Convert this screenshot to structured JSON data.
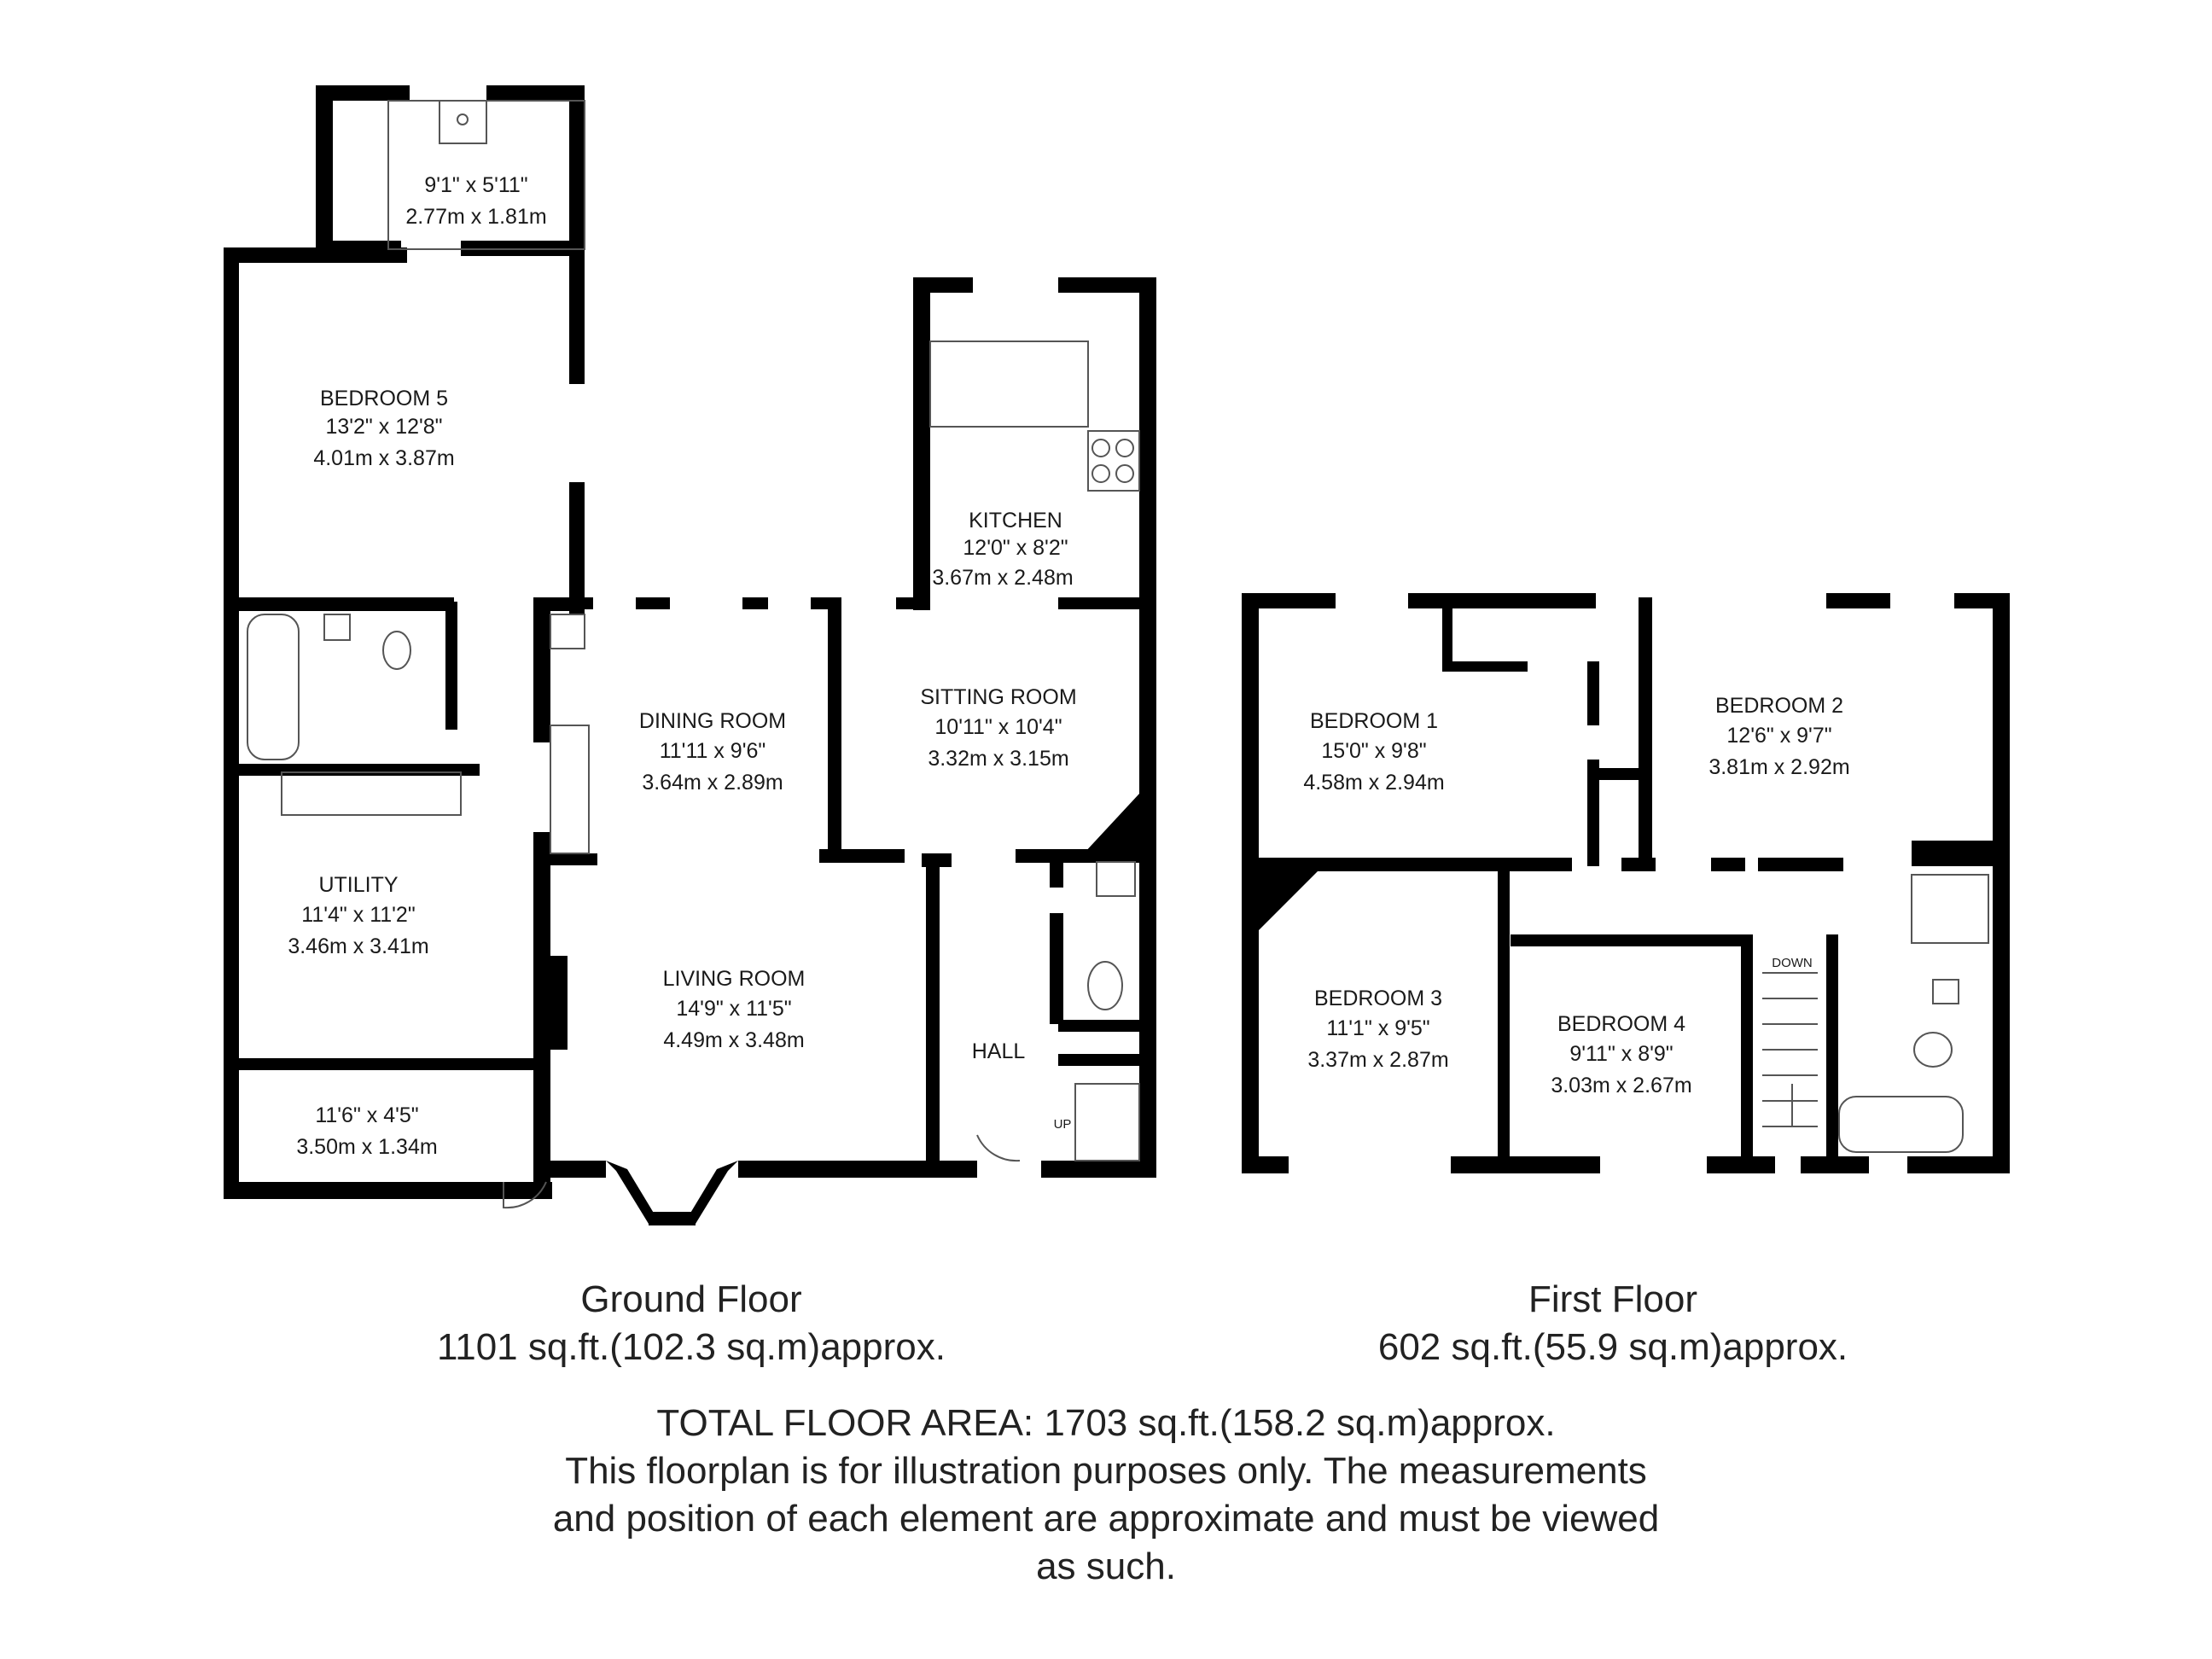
{
  "rooms": {
    "shower_room": {
      "dims_imperial": "9'1\" x 5'11\"",
      "dims_metric": "2.77m x 1.81m"
    },
    "bedroom5": {
      "name": "BEDROOM 5",
      "dims_imperial": "13'2\" x 12'8\"",
      "dims_metric": "4.01m x 3.87m"
    },
    "kitchen": {
      "name": "KITCHEN",
      "dims_imperial": "12'0\" x 8'2\"",
      "dims_metric": "3.67m x 2.48m"
    },
    "dining": {
      "name": "DINING ROOM",
      "dims_imperial": "11'11 x 9'6\"",
      "dims_metric": "3.64m x 2.89m"
    },
    "sitting": {
      "name": "SITTING ROOM",
      "dims_imperial": "10'11\" x 10'4\"",
      "dims_metric": "3.32m x 3.15m"
    },
    "utility": {
      "name": "UTILITY",
      "dims_imperial": "11'4\" x 11'2\"",
      "dims_metric": "3.46m x 3.41m"
    },
    "living": {
      "name": "LIVING ROOM",
      "dims_imperial": "14'9\" x 11'5\"",
      "dims_metric": "4.49m x 3.48m"
    },
    "hall": {
      "name": "HALL"
    },
    "porch": {
      "dims_imperial": "11'6\" x 4'5\"",
      "dims_metric": "3.50m x 1.34m"
    },
    "bedroom1": {
      "name": "BEDROOM 1",
      "dims_imperial": "15'0\" x 9'8\"",
      "dims_metric": "4.58m x 2.94m"
    },
    "bedroom2": {
      "name": "BEDROOM 2",
      "dims_imperial": "12'6\" x 9'7\"",
      "dims_metric": "3.81m x 2.92m"
    },
    "bedroom3": {
      "name": "BEDROOM 3",
      "dims_imperial": "11'1\" x 9'5\"",
      "dims_metric": "3.37m x 2.87m"
    },
    "bedroom4": {
      "name": "BEDROOM 4",
      "dims_imperial": "9'11\" x 8'9\"",
      "dims_metric": "3.03m x 2.67m"
    }
  },
  "stairs": {
    "up_label": "UP",
    "down_label": "DOWN"
  },
  "ground_floor": {
    "title": "Ground Floor",
    "area": "1101 sq.ft.(102.3 sq.m)approx."
  },
  "first_floor": {
    "title": "First Floor",
    "area": "602 sq.ft.(55.9 sq.m)approx."
  },
  "footer": {
    "total": "TOTAL FLOOR AREA: 1703 sq.ft.(158.2 sq.m)approx.",
    "disclaimer_1": "This floorplan is for illustration purposes only. The measurements",
    "disclaimer_2": "and position of each element are approximate and must be viewed",
    "disclaimer_3": "as such."
  },
  "colors": {
    "wall": "#000000",
    "background": "#ffffff",
    "fixture": "#555555"
  }
}
